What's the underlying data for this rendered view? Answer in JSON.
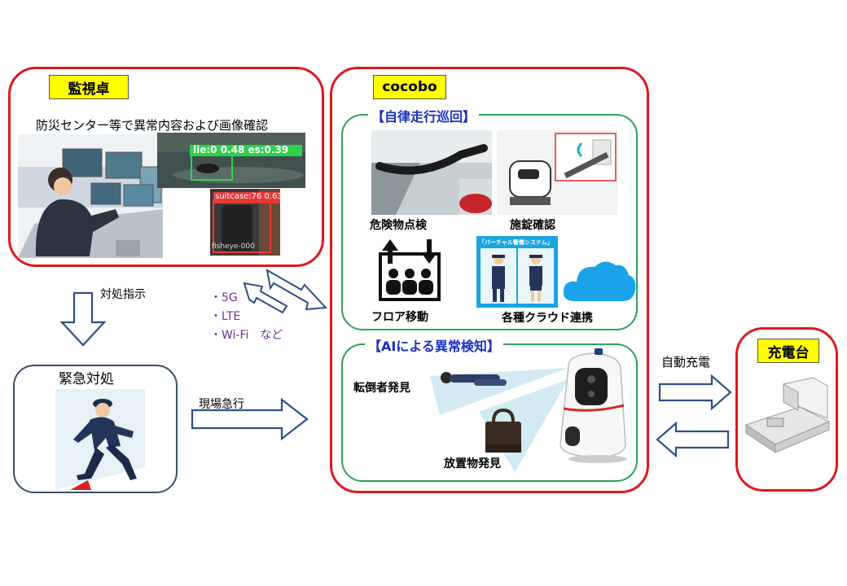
{
  "monitor": {
    "tag": "監視卓",
    "caption": "防災センター等で異常内容および画像確認",
    "det1": "lie:0  0.48  es:0.39",
    "det2": "suitcase:76  0.63",
    "det3": "fisheye-000"
  },
  "instruction": "対処指示",
  "network": {
    "line1": "・5G",
    "line2": "・LTE",
    "line3": "・Wi-Fi　など"
  },
  "emergency": {
    "title": "緊急対処"
  },
  "rush": "現場急行",
  "cocobo": {
    "tag": "cocobo",
    "patrol_title": "【自律走行巡回】",
    "hazard": "危険物点検",
    "lock": "施錠確認",
    "floor": "フロア移動",
    "cloud": "各種クラウド連携",
    "vs_label": "「バーチャル警備システム」",
    "ai_title": "【AIによる異常検知】",
    "fall": "転倒者発見",
    "left_item": "放置物発見"
  },
  "auto_charge": "自動充電",
  "charger": {
    "tag": "充電台"
  },
  "colors": {
    "red": "#e0181c",
    "green": "#2ea35a",
    "navy": "#3a4f6e",
    "arrow": "#2e4f88",
    "title_blue": "#1a2fc0",
    "network": "#7030a0"
  }
}
